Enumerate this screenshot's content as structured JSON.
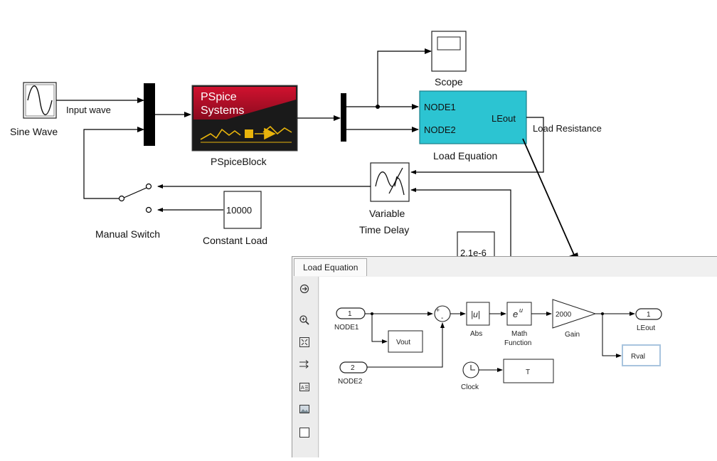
{
  "main_diagram": {
    "sine_wave_label": "Sine Wave",
    "input_wave_label": "Input wave",
    "pspice_logo_line1": "PSpice",
    "pspice_logo_line2": "Systems",
    "pspice_block_label": "PSpiceBlock",
    "scope_label": "Scope",
    "load_eq_port1": "NODE1",
    "load_eq_port2": "NODE2",
    "load_eq_out": "LEout",
    "load_eq_label": "Load Equation",
    "load_resistance_label": "Load Resistance",
    "variable_delay_label_1": "Variable",
    "variable_delay_label_2": "Time Delay",
    "manual_switch_label": "Manual Switch",
    "constant_value": "10000",
    "constant_label": "Constant Load",
    "partial_constant_value": "2.1e-6"
  },
  "subsystem": {
    "tab_label": "Load Equation",
    "toolbar_icons": [
      "navigate-icon",
      "zoom-icon",
      "fit-view-icon",
      "signal-arrows-icon",
      "annotation-icon",
      "image-icon",
      "area-icon"
    ],
    "inport1_num": "1",
    "inport1_label": "NODE1",
    "inport2_num": "2",
    "inport2_label": "NODE2",
    "vout_label": "Vout",
    "sum_plus": "+",
    "sum_minus": "-",
    "abs_text": "|u|",
    "abs_label": "Abs",
    "math_text_base": "e",
    "math_text_sup": "u",
    "math_label_1": "Math",
    "math_label_2": "Function",
    "gain_value": "2000",
    "gain_label": "Gain",
    "outport_num": "1",
    "outport_label": "LEout",
    "rval_label": "Rval",
    "clock_label": "Clock",
    "t_label": "T"
  },
  "colors": {
    "pspice_red": "#c8102e",
    "pspice_yellow": "#e8b40c",
    "load_eq_fill": "#2cc4d2",
    "rval_border": "#a8c4de"
  }
}
